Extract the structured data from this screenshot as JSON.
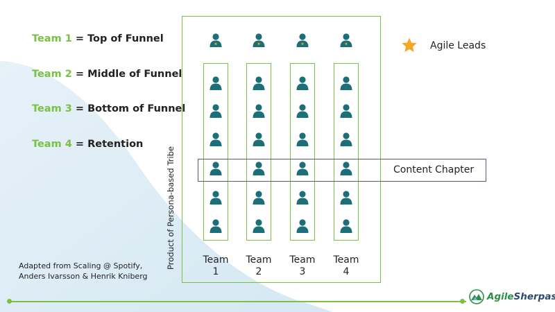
{
  "teams_list": [
    {
      "name": "Team 1",
      "desc": " = Top of Funnel"
    },
    {
      "name": "Team 2",
      "desc": " = Middle of Funnel"
    },
    {
      "name": "Team 3",
      "desc": " = Bottom of Funnel"
    },
    {
      "name": "Team 4",
      "desc": " = Retention"
    }
  ],
  "legend": {
    "label": "Agile Leads",
    "icon": "star-icon"
  },
  "chapter_label": "Content Chapter",
  "tribe_label": "Product of Persona-based Tribe",
  "squads": [
    {
      "line1": "Team",
      "line2": "1"
    },
    {
      "line1": "Team",
      "line2": "2"
    },
    {
      "line1": "Team",
      "line2": "3"
    },
    {
      "line1": "Team",
      "line2": "4"
    }
  ],
  "members_per_squad": 6,
  "credit": {
    "line1": "Adapted from Scaling @ Spotify,",
    "line2": "Anders Ivarsson & Henrik Kniberg"
  },
  "logo": {
    "part1": "Agile",
    "part2": "Sherpas"
  },
  "colors": {
    "accent_green": "#7ac143",
    "person_teal": "#1c6e79",
    "star_orange": "#f5a623",
    "chapter_border": "#4f5b6e",
    "logo_green": "#2f8f4a",
    "logo_navy": "#2c4a6b"
  }
}
